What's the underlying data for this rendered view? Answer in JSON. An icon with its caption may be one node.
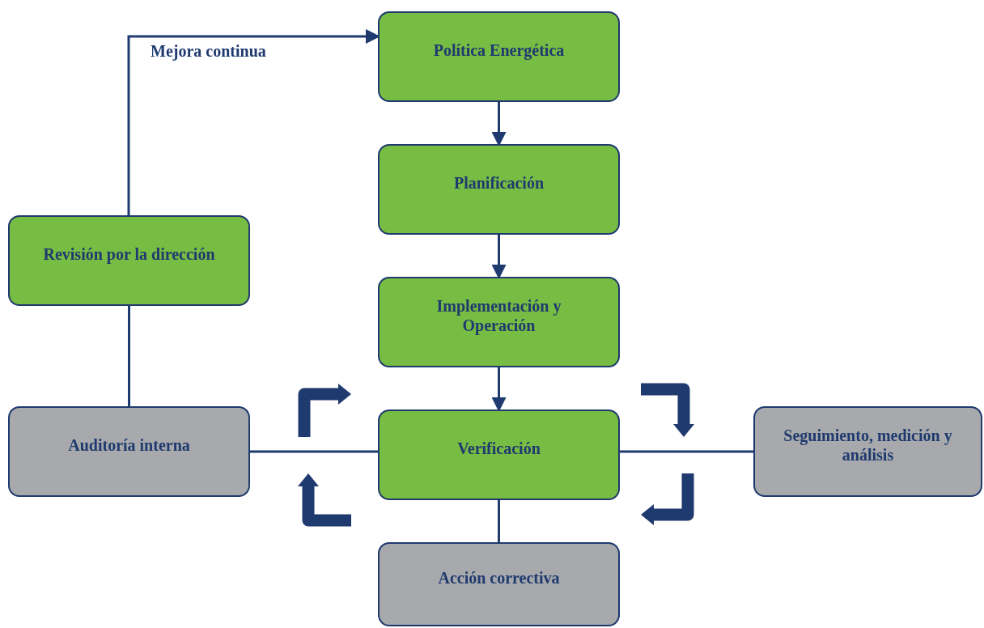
{
  "diagram": {
    "nodes": [
      {
        "text": [
          "Política Energética"
        ]
      },
      {
        "text": [
          "Planificación"
        ]
      },
      {
        "text": [
          "Implementación y Operación"
        ]
      },
      {
        "text": [
          "Verificación"
        ]
      },
      {
        "text": [
          "Revisión por la dirección"
        ]
      },
      {
        "text": [
          "Auditoría interna"
        ]
      },
      {
        "text": [
          "Seguimiento, medición y análisis"
        ]
      },
      {
        "text": [
          "Acción correctiva"
        ]
      }
    ],
    "edges": [
      {
        "from": 0,
        "to": 1,
        "arrow": "to"
      },
      {
        "from": 1,
        "to": 2,
        "arrow": "to"
      },
      {
        "from": 2,
        "to": 3,
        "arrow": "to"
      },
      {
        "from": 4,
        "to": 0,
        "arrow": "to",
        "label": "Mejora continua"
      },
      {
        "from": 5,
        "to": 4,
        "arrow": "none"
      },
      {
        "from": 3,
        "to": 5,
        "arrow": "none"
      },
      {
        "from": 3,
        "to": 6,
        "arrow": "none"
      },
      {
        "from": 3,
        "to": 7,
        "arrow": "none"
      }
    ]
  }
}
